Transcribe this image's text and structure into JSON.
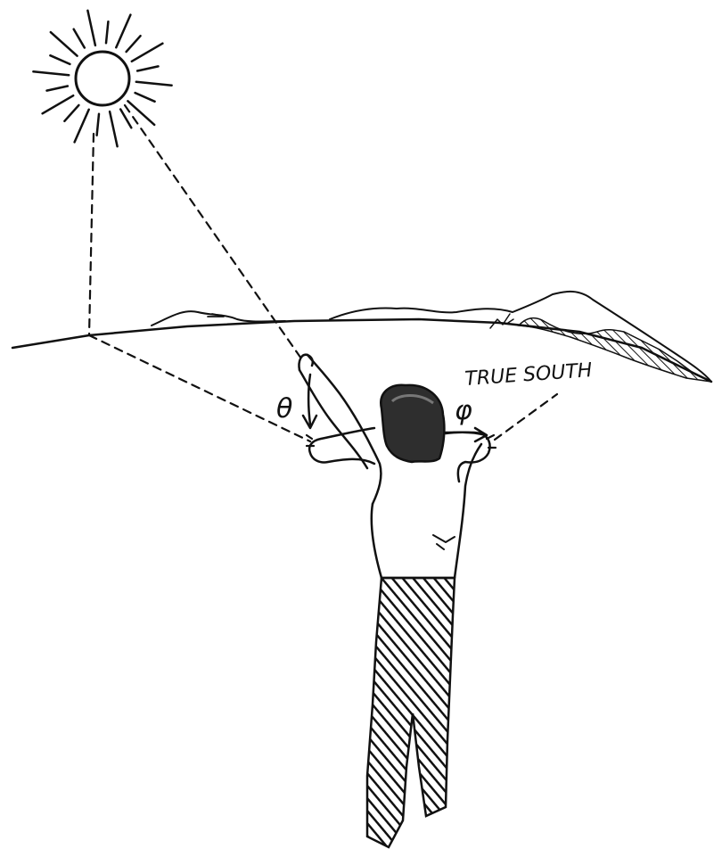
{
  "labels": {
    "zenith_angle": "θ",
    "azimuth_angle": "φ",
    "direction": "TRUE SOUTH"
  },
  "colors": {
    "ink": "#111111",
    "background": "#ffffff"
  }
}
